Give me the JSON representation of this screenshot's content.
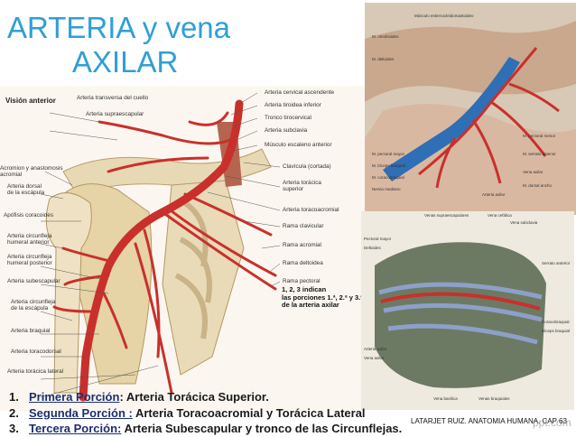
{
  "slide": {
    "title_line1": "ARTERIA y vena",
    "title_line2": "AXILAR",
    "credit": "LATARJET RUIZ. ANATOMIA HUMANA. CAP 63",
    "watermark": "ppt.com"
  },
  "figure_main": {
    "view_label": "Visión anterior",
    "labels_left": [
      "Acromion y anastomosis\nacromial",
      "Arteria dorsal\nde la escápula",
      "Apófisis coracoides",
      "Arteria circunfleja\nhumeral anterior",
      "Arteria circunfleja\nhumeral posterior",
      "Arteria subescapular",
      "Arteria circunfleja\nde la escápula",
      "Arteria braquial",
      "Arteria toracodorsal",
      "Arteria torácica lateral"
    ],
    "labels_top": [
      "Arteria transversa del cuello",
      "Arteria supraescapular"
    ],
    "labels_right": [
      "Arteria cervical ascendente",
      "Arteria tiroidea inferior",
      "Tronco tirocervical",
      "Arteria subclavia",
      "Músculo escaleno anterior",
      "Clavícula (cortada)",
      "Arteria torácica\nsuperior",
      "Arteria toracoacromial",
      "Rama clavicular",
      "Rama acromial",
      "Rama deltoidea",
      "Rama pectoral"
    ],
    "note": "1, 2, 3 indican\nlas porciones 1.ª, 2.ª y 3.ª\nde la arteria axilar"
  },
  "figure_top_right": {
    "labels": [
      "Músculo esternocleidomastoideo",
      "M. omohioideo",
      "M. deltoides",
      "M. pectoral mayor",
      "M. bíceps braquial",
      "M. coracobraquial",
      "Nervio mediano",
      "M. pectoral menor",
      "M. serrato anterior",
      "Arteria axilar",
      "Vena axilar",
      "M. dorsal ancho"
    ]
  },
  "figure_bottom_right": {
    "labels": [
      "Venas supraescapulares",
      "Vena cefálica",
      "Vena subclavia",
      "Pectoral mayor",
      "Deltoides",
      "Arteria axilar",
      "Vena axilar",
      "Vena basílica",
      "Venas braquiales",
      "Coracobraquial",
      "Bíceps braquial",
      "Serrato anterior"
    ]
  },
  "portions": [
    {
      "number": "1.",
      "term": "Primera Porción",
      "rest": ": Arteria Torácica Superior."
    },
    {
      "number": "2.",
      "term": "Segunda Porción :",
      "rest": " Arteria Toracoacromial y Torácica Lateral"
    },
    {
      "number": "3.",
      "term": "Tercera Porción:",
      "rest": " Arteria Subescapular y tronco de las Circunflejas."
    }
  ],
  "colors": {
    "title": "#2f9fd6",
    "artery": "#c9302c",
    "vein": "#2e6fb5",
    "bone": "#e8d9b5",
    "muscle": "#b5654f",
    "term_text": "#1e2e6e"
  }
}
